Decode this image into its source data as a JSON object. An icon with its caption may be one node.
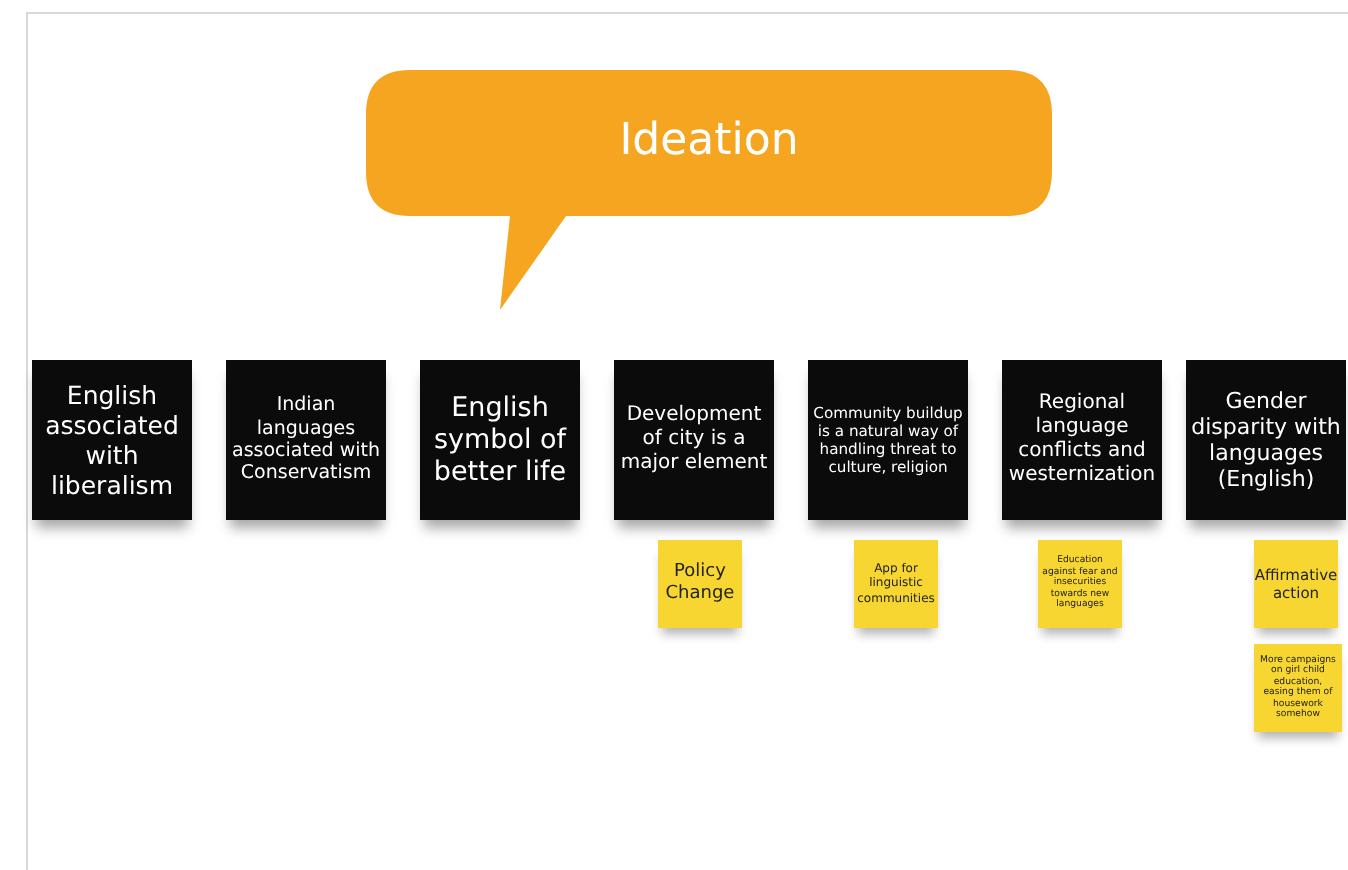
{
  "diagram": {
    "nodes": [
      {
        "text": [
          "Ideation"
        ]
      },
      {
        "text": [
          "English associated with liberalism"
        ]
      },
      {
        "text": [
          "Indian languages associated with Conservatism"
        ]
      },
      {
        "text": [
          "English symbol of better life"
        ]
      },
      {
        "text": [
          "Development of city is a major element"
        ]
      },
      {
        "text": [
          "Community buildup is a natural way of handling threat to culture, religion"
        ]
      },
      {
        "text": [
          "Regional language conflicts and westernization"
        ]
      },
      {
        "text": [
          "Gender disparity with languages (English)"
        ]
      },
      {
        "text": [
          "Policy Change"
        ]
      },
      {
        "text": [
          "App for linguistic communities"
        ]
      },
      {
        "text": [
          "Education against fear and insecurities towards new languages"
        ]
      },
      {
        "text": [
          "Affirmative action"
        ]
      },
      {
        "text": [
          "More campaigns on girl child education, easing them of housework somehow"
        ]
      }
    ]
  }
}
